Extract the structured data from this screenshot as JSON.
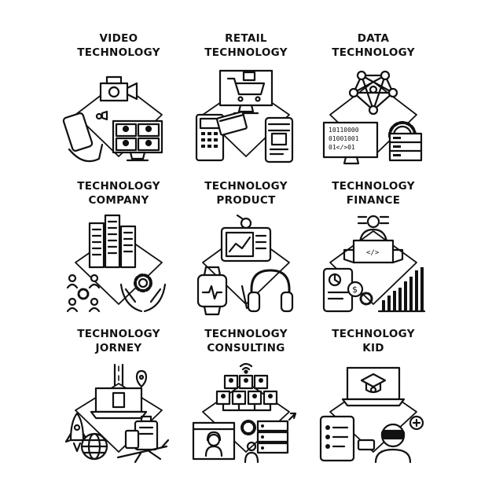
{
  "icons": [
    {
      "line1": "VIDEO",
      "line2": "TECHNOLOGY",
      "icon": "video-technology-icon"
    },
    {
      "line1": "RETAIL",
      "line2": "TECHNOLOGY",
      "icon": "retail-technology-icon"
    },
    {
      "line1": "DATA",
      "line2": "TECHNOLOGY",
      "icon": "data-technology-icon"
    },
    {
      "line1": "TECHNOLOGY",
      "line2": "COMPANY",
      "icon": "technology-company-icon"
    },
    {
      "line1": "TECHNOLOGY",
      "line2": "PRODUCT",
      "icon": "technology-product-icon"
    },
    {
      "line1": "TECHNOLOGY",
      "line2": "FINANCE",
      "icon": "technology-finance-icon"
    },
    {
      "line1": "TECHNOLOGY",
      "line2": "JORNEY",
      "icon": "technology-journey-icon"
    },
    {
      "line1": "TECHNOLOGY",
      "line2": "CONSULTING",
      "icon": "technology-consulting-icon"
    },
    {
      "line1": "TECHNOLOGY",
      "line2": "KID",
      "icon": "technology-kid-icon"
    }
  ],
  "binary_text": {
    "row1": "10110000",
    "row2": "01001001",
    "row3": "01</>01"
  },
  "code_symbol": "</>",
  "dollar_symbol": "$"
}
